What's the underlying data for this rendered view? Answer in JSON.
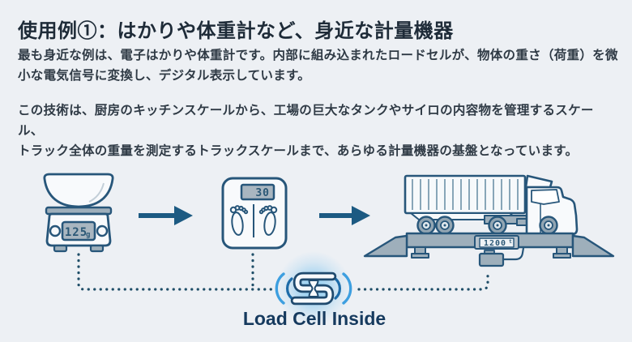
{
  "header": {
    "title": "使用例①：はかりや体重計など、身近な計量機器"
  },
  "paragraphs": {
    "p1": {
      "line1": "最も身近な例は、電子はかりや体重計です。内部に組み込まれたロードセルが、物体の重さ（荷重）を微",
      "line2": "小な電気信号に変換し、デジタル表示しています。"
    },
    "p2": {
      "line1": "この技術は、厨房のキッチンスケールから、工場の巨大なタンクやサイロの内容物を管理するスケール、",
      "line2": "トラック全体の重量を測定するトラックスケールまで、あらゆる計量機器の基盤となっています。"
    }
  },
  "diagram": {
    "kitchen_scale": {
      "value": "125",
      "unit": "g"
    },
    "bathroom_scale": {
      "value": "30"
    },
    "truck_scale": {
      "value": "1200",
      "unit": "t"
    },
    "caption": "Load Cell Inside",
    "colors": {
      "background": "#edf0f4",
      "outline": "#27567a",
      "fill_white": "#f8fafc",
      "fill_gray": "#9eafbb",
      "lcd_background": "#a9b6c0",
      "arrow": "#1c5a82",
      "dotted_line": "#1f4e68",
      "glow": "#7cc4ee",
      "signal_wave_inner": "#1d6ba8",
      "signal_wave_outer": "#3d9fe0",
      "caption_color": "#163a5e"
    }
  }
}
